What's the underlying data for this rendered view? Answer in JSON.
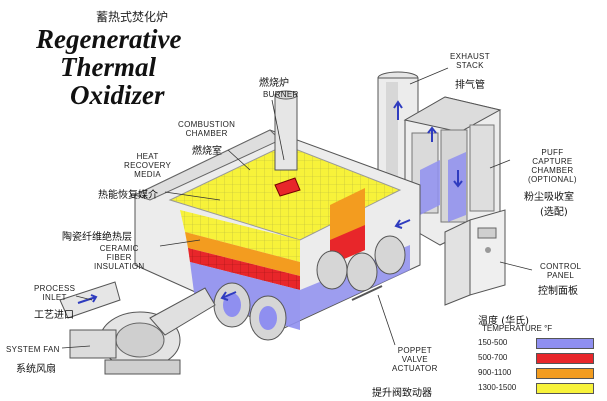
{
  "title": {
    "chinese": "蓄热式焚化炉",
    "line1": "Regenerative",
    "line2": "Thermal",
    "line3": "Oxidizer"
  },
  "labels": {
    "exhaust_stack": {
      "en_line1": "EXHAUST",
      "en_line2": "STACK",
      "cn": "排气管"
    },
    "burner": {
      "cn": "燃烧炉",
      "en": "BURNER"
    },
    "combustion_chamber": {
      "en_line1": "COMBUSTION",
      "en_line2": "CHAMBER",
      "cn": "燃烧室"
    },
    "heat_recovery_media": {
      "en_line1": "HEAT",
      "en_line2": "RECOVERY",
      "en_line3": "MEDIA",
      "cn": "热能恢复媒介"
    },
    "ceramic_fiber": {
      "cn": "陶瓷纤维绝热层",
      "en_line1": "CERAMIC",
      "en_line2": "FIBER",
      "en_line3": "INSULATION"
    },
    "process_inlet": {
      "en_line1": "PROCESS",
      "en_line2": "INLET",
      "cn": "工艺进口"
    },
    "system_fan": {
      "en": "SYSTEM FAN",
      "cn": "系统风扇"
    },
    "puff_capture": {
      "en_line1": "PUFF",
      "en_line2": "CAPTURE",
      "en_line3": "CHAMBER",
      "en_line4": "(OPTIONAL)",
      "cn_line1": "粉尘吸收室",
      "cn_line2": "(选配)"
    },
    "control_panel": {
      "en_line1": "CONTROL",
      "en_line2": "PANEL",
      "cn": "控制面板"
    },
    "poppet_valve": {
      "en_line1": "POPPET",
      "en_line2": "VALVE",
      "en_line3": "ACTUATOR",
      "cn": "提升阀致动器"
    }
  },
  "legend": {
    "title_cn": "温度 (华氏)",
    "title_en": "TEMPERATURE °F",
    "items": [
      {
        "range": "150-500",
        "color": "#8f8ff0"
      },
      {
        "range": "500-700",
        "color": "#e8262a"
      },
      {
        "range": "900-1100",
        "color": "#f39c1f"
      },
      {
        "range": "1300-1500",
        "color": "#f7f23a"
      }
    ]
  },
  "colors": {
    "steel": "#e8e8e8",
    "steel_dark": "#c9c9c9",
    "outline": "#555555",
    "blue_zone": "#8f8ff0",
    "red_zone": "#e8262a",
    "orange_zone": "#f39c1f",
    "yellow_zone": "#f7f23a"
  }
}
